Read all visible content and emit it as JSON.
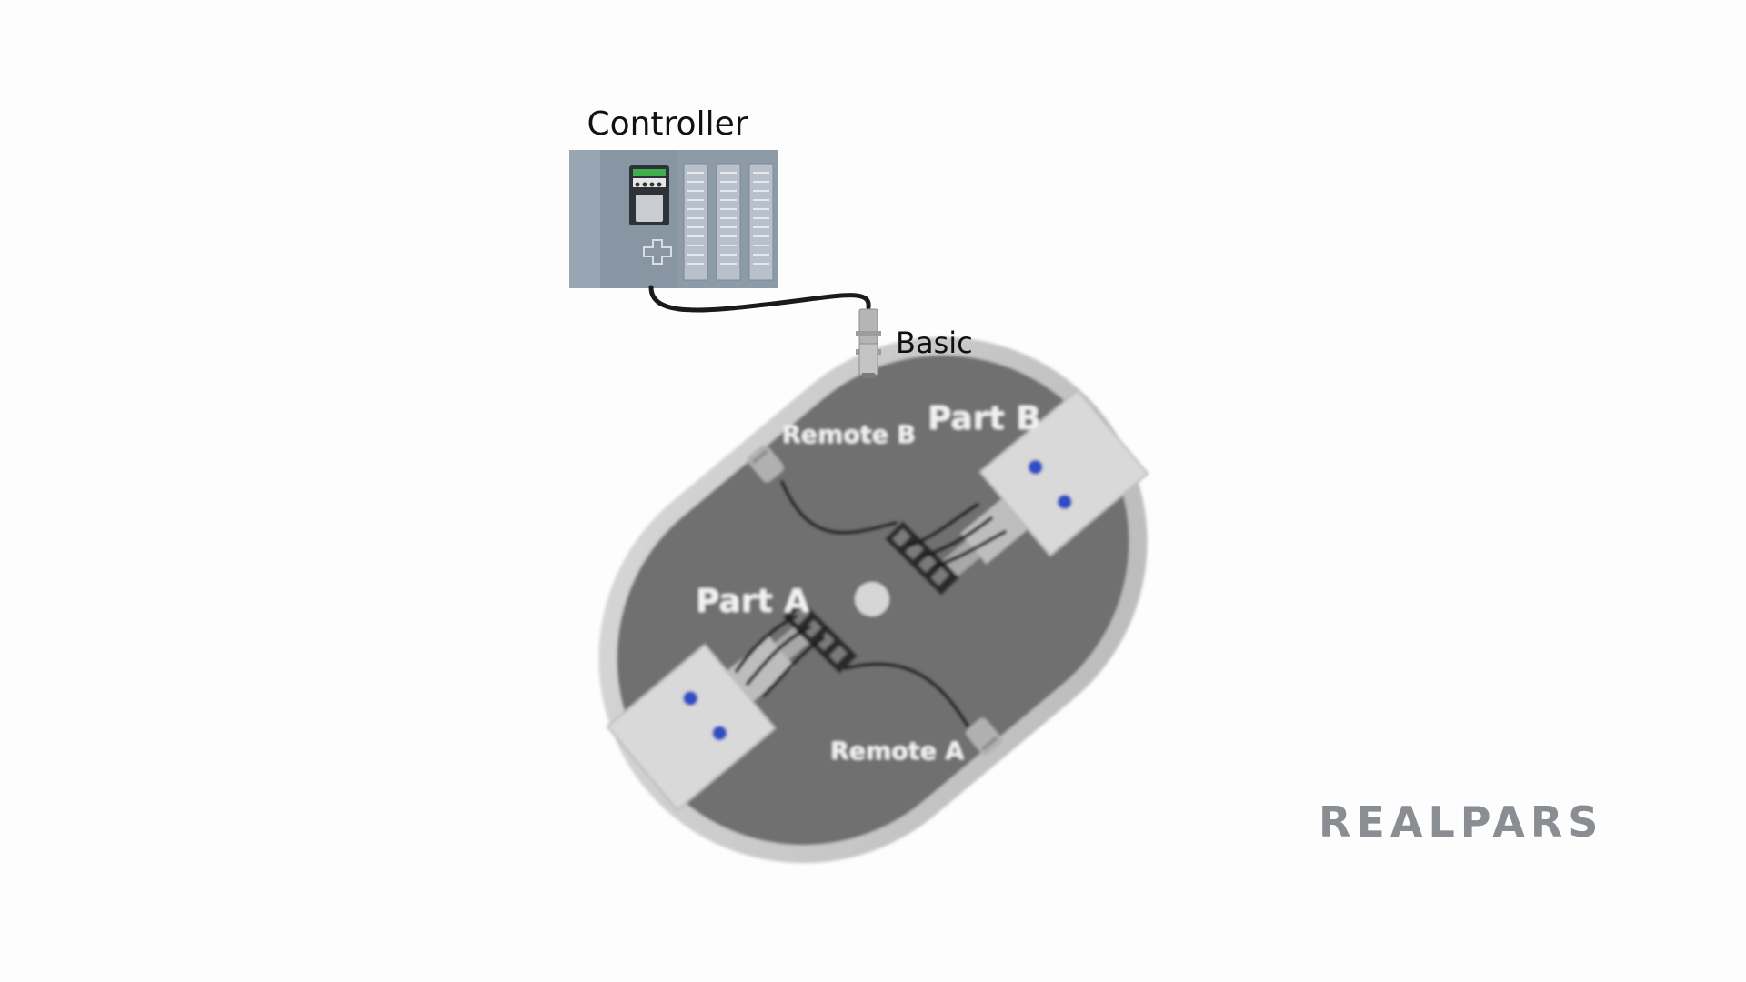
{
  "labels": {
    "controller": "Controller",
    "basic": "Basic",
    "part_a": "Part A",
    "part_b": "Part B",
    "remote_a": "Remote A",
    "remote_b": "Remote B"
  },
  "brand": {
    "name": "REALPARS"
  },
  "colors": {
    "background": "#fdfdfd",
    "table_rim": "#c9c9c9",
    "table_surface": "#6f6f6f",
    "controller_body": "#8d9aa8",
    "fixture": "#d9d9d9",
    "indicator": "#2d4fc4",
    "brand": "#8a8d92"
  },
  "icons": {
    "controller": "plc-controller-icon",
    "sensor": "proximity-sensor-icon",
    "terminal": "terminal-block-icon"
  }
}
